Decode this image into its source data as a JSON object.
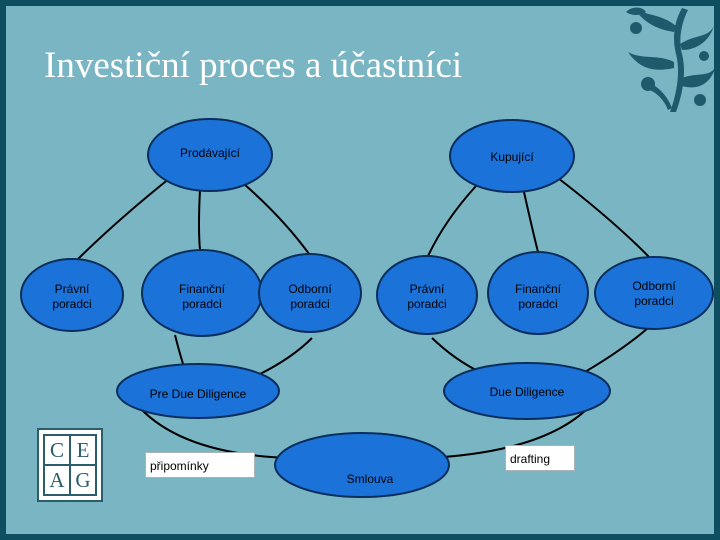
{
  "slide": {
    "title": "Investiční proces a účastníci"
  },
  "logo": {
    "letters": [
      "C",
      "E",
      "A",
      "G"
    ]
  },
  "nodes": {
    "prodavajici": "Prodávající",
    "kupujici": "Kupující",
    "pravni_poradci_1": [
      "Právní",
      "poradci"
    ],
    "financni_poradci_1": [
      "Finanční",
      "poradci"
    ],
    "odborni_poradci_1": [
      "Odborní",
      "poradci"
    ],
    "pravni_poradci_2": [
      "Právní",
      "poradci"
    ],
    "financni_poradci_2": [
      "Finanční",
      "poradci"
    ],
    "odborni_poradci_2": [
      "Odborní",
      "poradci"
    ],
    "pre_due_diligence": "Pre Due Diligence",
    "due_diligence": "Due Diligence",
    "smlouva": "Smlouva"
  },
  "boxes": {
    "pripominky": "připomínky",
    "drafting": "drafting"
  },
  "colors": {
    "background": "#7ab5c4",
    "frame": "#0f4d60",
    "node_fill": "#1b72d9",
    "node_stroke": "#0a2e5c"
  }
}
